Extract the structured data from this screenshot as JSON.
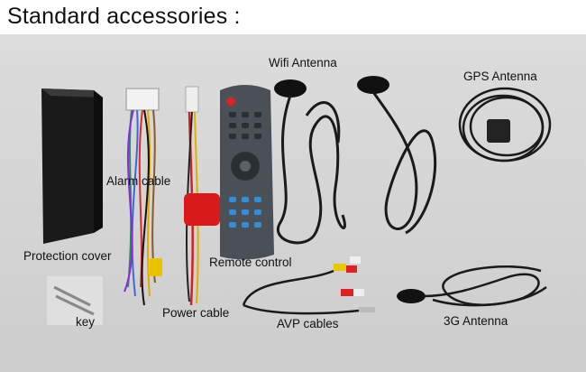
{
  "header": {
    "title": "Standard accessories :"
  },
  "labels": {
    "wifi": "Wifi Antenna",
    "gps": "GPS Antenna",
    "alarm": "Alarm cable",
    "protection": "Protection cover",
    "remote": "Remote control",
    "key": "key",
    "power": "Power cable",
    "avp": "AVP cables",
    "g3": "3G Antenna"
  }
}
